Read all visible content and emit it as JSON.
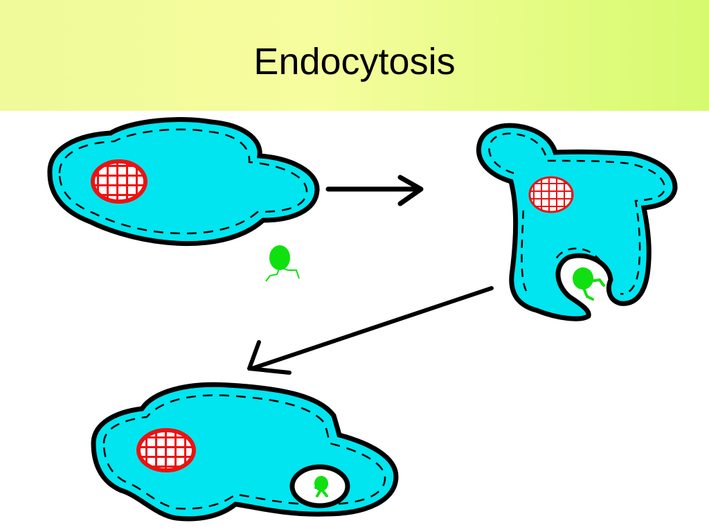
{
  "slide": {
    "title": "Endocytosis"
  },
  "colors": {
    "title_band_start": "#f0fa9a",
    "title_band_end": "#d6fa6e",
    "cytoplasm": "#00e5ef",
    "membrane": "#000000",
    "nucleus": "#ee1111",
    "particle": "#10e010",
    "vacuole": "#ffffff",
    "arrow": "#000000"
  },
  "diagram": {
    "stages": [
      "cell-before-uptake",
      "cell-engulfing-particle",
      "cell-with-vacuole"
    ],
    "icons": [
      "nucleus-icon",
      "particle-icon",
      "membrane-dashes",
      "right-arrow-icon",
      "down-left-arrow-icon"
    ]
  }
}
